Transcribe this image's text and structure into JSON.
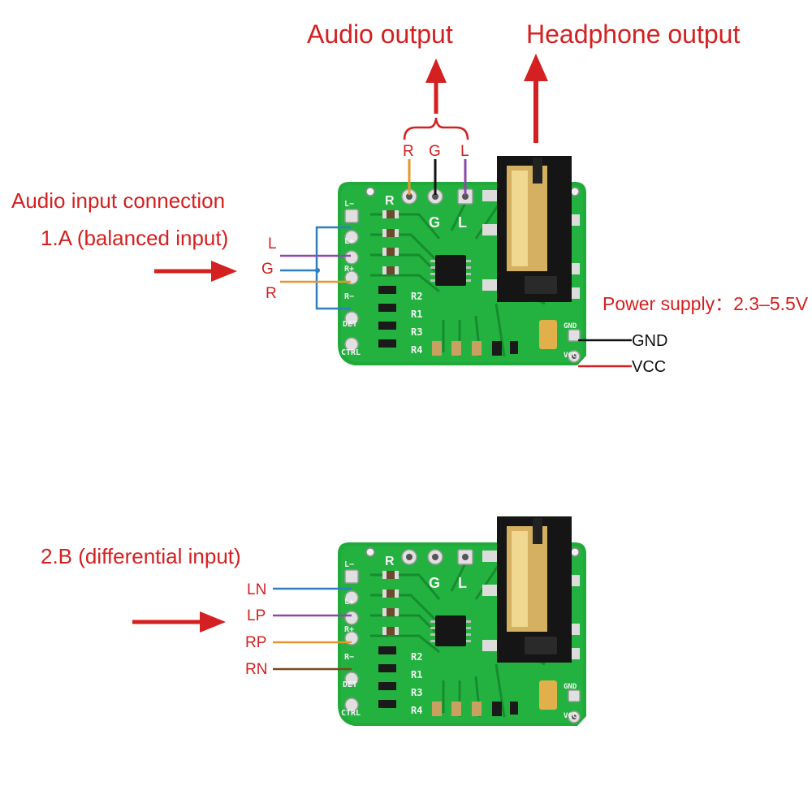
{
  "labels": {
    "audio_output": "Audio output",
    "headphone_output": "Headphone output",
    "audio_input_connection": "Audio input connection",
    "balanced_input": "1.A (balanced input)",
    "differential_input": "2.B (differential input)",
    "power_supply": "Power supply：2.3–5.5V"
  },
  "output_pins": {
    "r": "R",
    "g": "G",
    "l": "L"
  },
  "balanced_pins": {
    "l": "L",
    "g": "G",
    "r": "R"
  },
  "power_pins": {
    "gnd": "GND",
    "vcc": "VCC"
  },
  "differential_pins": {
    "ln": "LN",
    "lp": "LP",
    "rp": "RP",
    "rn": "RN"
  },
  "silkscreen": {
    "r": "R",
    "g": "G",
    "l": "L",
    "l_minus": "L−",
    "l_plus": "L+",
    "r_plus": "R+",
    "r_minus": "R−",
    "det": "DET",
    "ctrl": "CTRL",
    "r2": "R2",
    "r1": "R1",
    "r3": "R3",
    "r4": "R4",
    "gnd": "GND",
    "vcc": "VCC"
  },
  "colors": {
    "label_red": "#d42020",
    "wire_orange": "#e8962a",
    "wire_purple": "#8a4aa8",
    "wire_blue": "#2f7fc0",
    "wire_brown": "#7a4a1c",
    "wire_black": "#111111",
    "pcb_green": "#1faa3a"
  }
}
